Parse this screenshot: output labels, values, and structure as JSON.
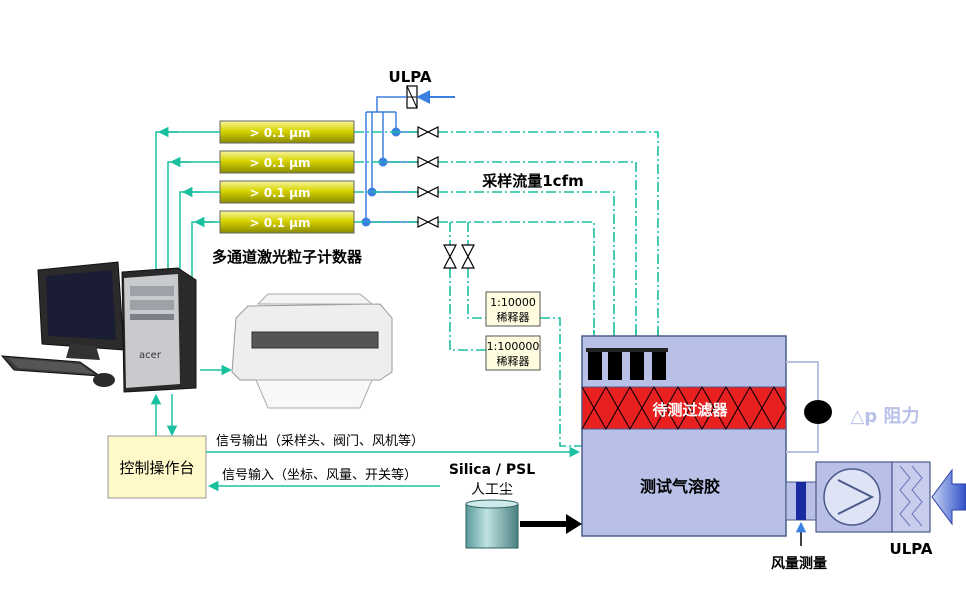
{
  "ulpa_top_label": "ULPA",
  "counter_channel_label": "> 0.1 µm",
  "counter_label": "多通道激光粒子计数器",
  "flow_label": "采样流量1cfm",
  "dilutor_1": {
    "ratio": "1:10000",
    "name": "稀释器"
  },
  "dilutor_2": {
    "ratio": "1:100000",
    "name": "稀释器"
  },
  "filter_label": "待测过滤器",
  "dp_label": "△p 阻力",
  "aerosol_label": "测试气溶胶",
  "dust_label_1": "Silica / PSL",
  "dust_label_2": "人工尘",
  "signal_out": "信号输出（采样头、阀门、风机等）",
  "signal_in": "信号输入（坐标、风量、开关等）",
  "console_label": "控制操作台",
  "airflow_label": "风量测量",
  "ulpa_right_label": "ULPA",
  "computer_brand": "acer",
  "colors": {
    "teal": "#19c0a0",
    "blue": "#3d7fe0",
    "chamber": "#b8c0e8",
    "filter": "#e82020"
  }
}
